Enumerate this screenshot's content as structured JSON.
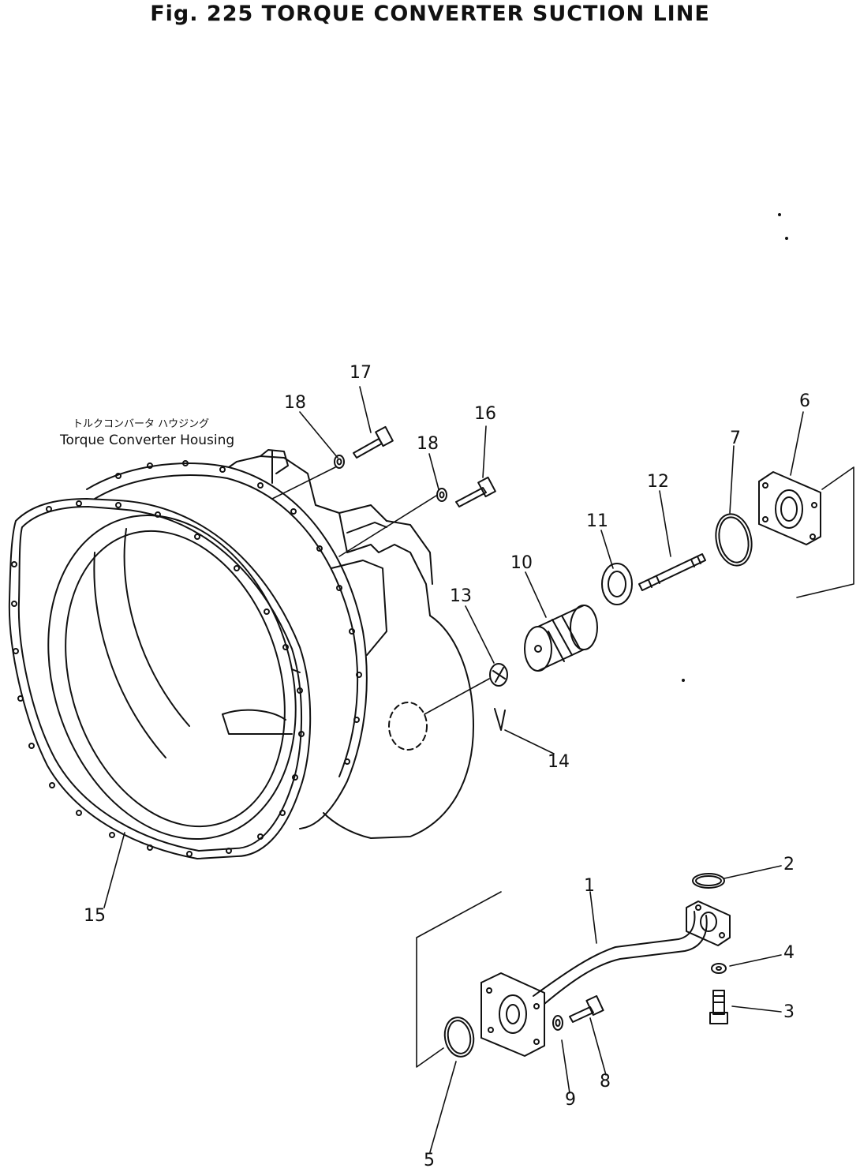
{
  "figure": {
    "title": "Fig. 225   TORQUE CONVERTER SUCTION LINE"
  },
  "housing_label": {
    "jp": "トルクコンバータ ハウジング",
    "en": "Torque Converter Housing"
  },
  "callouts": [
    "1",
    "2",
    "3",
    "4",
    "5",
    "6",
    "7",
    "8",
    "9",
    "10",
    "11",
    "12",
    "13",
    "14",
    "15",
    "16",
    "17",
    "18",
    "18"
  ]
}
